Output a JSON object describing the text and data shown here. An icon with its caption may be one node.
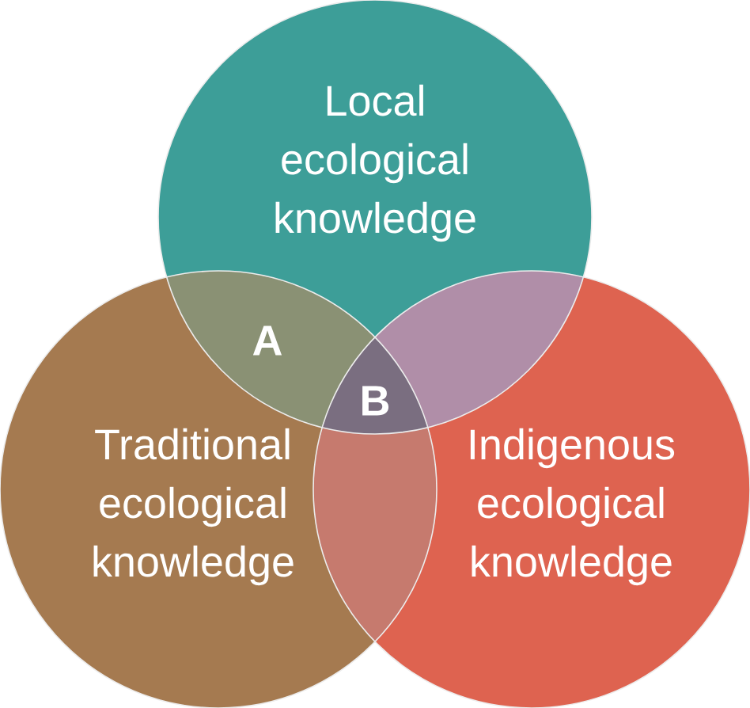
{
  "diagram": {
    "nodes": [
      {
        "text": [
          "Local ecological knowledge"
        ]
      },
      {
        "text": [
          "Traditional ecological knowledge"
        ]
      },
      {
        "text": [
          "Indigenous ecological knowledge"
        ]
      }
    ],
    "labels": [
      "A",
      "B"
    ]
  }
}
